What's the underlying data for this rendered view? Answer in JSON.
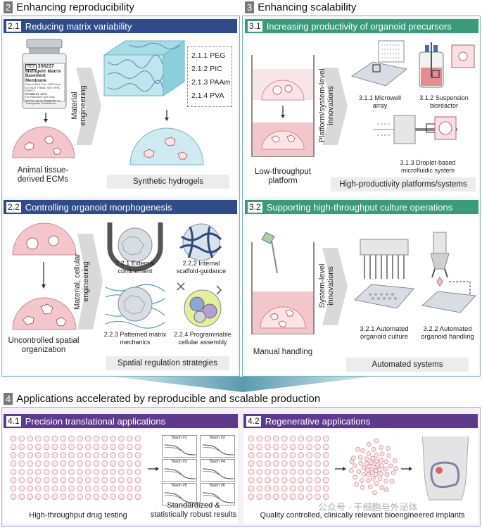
{
  "s2": {
    "num": "2",
    "title": "Enhancing reproducibility",
    "p1": {
      "num": "2.1",
      "title": "Reducing matrix variability",
      "vial": {
        "ref": "REF",
        "code": "356237",
        "brand": "Matrigel® Matrix",
        "sub": "Basement Membrane",
        "fine1": "Phenol-Red Free LDEV-free",
        "fine2": "DO NOT THAW, SEE SPEC SHEET",
        "fine3": "STORE AT -20°C",
        "fine4": "For Research Use Only",
        "fine5": "Not for Use in Diagnostic or",
        "fine6": "Therapeutic Procedures"
      },
      "arrow_label": "Material engineering",
      "materials": [
        "2.1.1 PEG",
        "2.1.2 PIC",
        "2.1.3 PAAm",
        "2.1.4 PVA"
      ],
      "left_caption": "Animal tissue-derived ECMs",
      "right_tag": "Synthetic hydrogels"
    },
    "p2": {
      "num": "2.2",
      "title": "Controlling organoid morphogenesis",
      "arrow_label": "Material, cellular engineering",
      "left_caption": "Uncontrolled spatial organization",
      "items": [
        "2.2.1 External confinement",
        "2.2.2 Internal scaffold-guidance",
        "2.2.3 Patterned matrix mechanics",
        "2.2.4 Programmable cellular assembly"
      ],
      "right_tag": "Spatial regulation strategies"
    }
  },
  "s3": {
    "num": "3",
    "title": "Enhancing scalability",
    "p1": {
      "num": "3.1",
      "title": "Increasing productivity of organoid precursors",
      "arrow_label": "Platform/system-level innovations",
      "left_caption": "Low-throughput platform",
      "items": [
        "3.1.1 Microwell array",
        "3.1.2 Suspension bioreactor",
        "3.1.3 Droplet-based microfluidic system"
      ],
      "right_tag": "High-productivity platforms/systems"
    },
    "p2": {
      "num": "3.2",
      "title": "Supporting high-throughput culture operations",
      "arrow_label": "System-level innovations",
      "left_caption": "Manual handling",
      "items": [
        "3.2.1 Automated organoid culture",
        "3.2.2 Automated organoid handling"
      ],
      "right_tag": "Automated systems"
    }
  },
  "s4": {
    "num": "4",
    "title": "Applications accelerated by reproducible and scalable production",
    "p1": {
      "num": "4.1",
      "title": "Precision translational applications",
      "batches": [
        "Batch #1",
        "Batch #2",
        "Batch #3",
        "Batch #4",
        "Batch #5",
        "Batch #6"
      ],
      "left_caption": "High-throughput drug testing",
      "right_caption": "Standardized & statistically robust results"
    },
    "p2": {
      "num": "4.2",
      "title": "Regenerative applications",
      "caption": "Quality controlled, clinically relevant bioengineered implants"
    }
  },
  "watermark": "公众号 · 干细胞与外泌体",
  "colors": {
    "blue_bar": "#2f4b8a",
    "green_bar": "#3a9a7a",
    "purple_bar": "#5e3a8f",
    "frame": "#7fb4b6",
    "dome": "#f3c6cc",
    "hydrogel": "#cfeaf0"
  }
}
